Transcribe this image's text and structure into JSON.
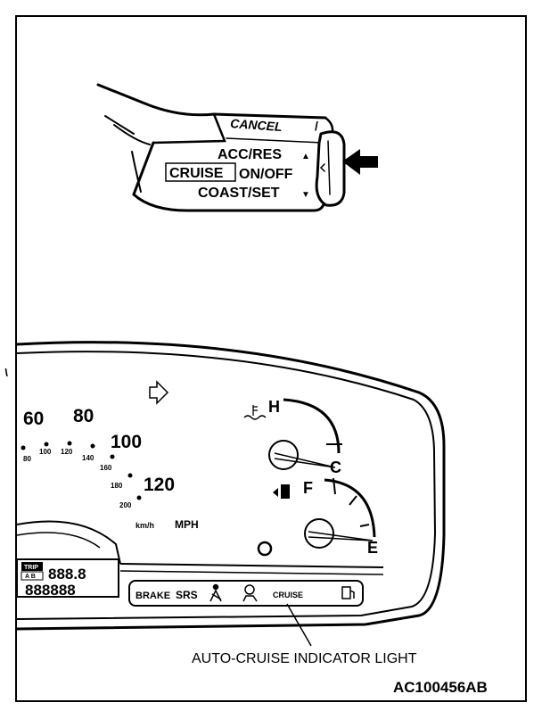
{
  "stalk": {
    "cancel": "CANCEL",
    "acc_res": "ACC/RES",
    "cruise": "CRUISE",
    "on_off": "ON/OFF",
    "coast_set": "COAST/SET"
  },
  "speedometer": {
    "mph_ticks": [
      "60",
      "80",
      "100",
      "120"
    ],
    "kmh_ticks": [
      "80",
      "100",
      "120",
      "140",
      "160",
      "180",
      "200"
    ],
    "unit_kmh": "km/h",
    "unit_mph": "MPH"
  },
  "temp_gauge": {
    "hot": "H",
    "cold": "C"
  },
  "fuel_gauge": {
    "full": "F",
    "empty": "E"
  },
  "odometer": {
    "trip_label": "TRIP",
    "trip_sub": "A B",
    "trip_digits": "888.8",
    "odo_digits": "888888"
  },
  "warning_strip": {
    "brake": "BRAKE",
    "srs": "SRS",
    "cruise": "CRUISE",
    "icons": [
      "seatbelt-icon",
      "airbag-icon",
      "fuel-cap-icon"
    ]
  },
  "callout": "AUTO-CRUISE INDICATOR LIGHT",
  "figure_id": "AC100456AB"
}
